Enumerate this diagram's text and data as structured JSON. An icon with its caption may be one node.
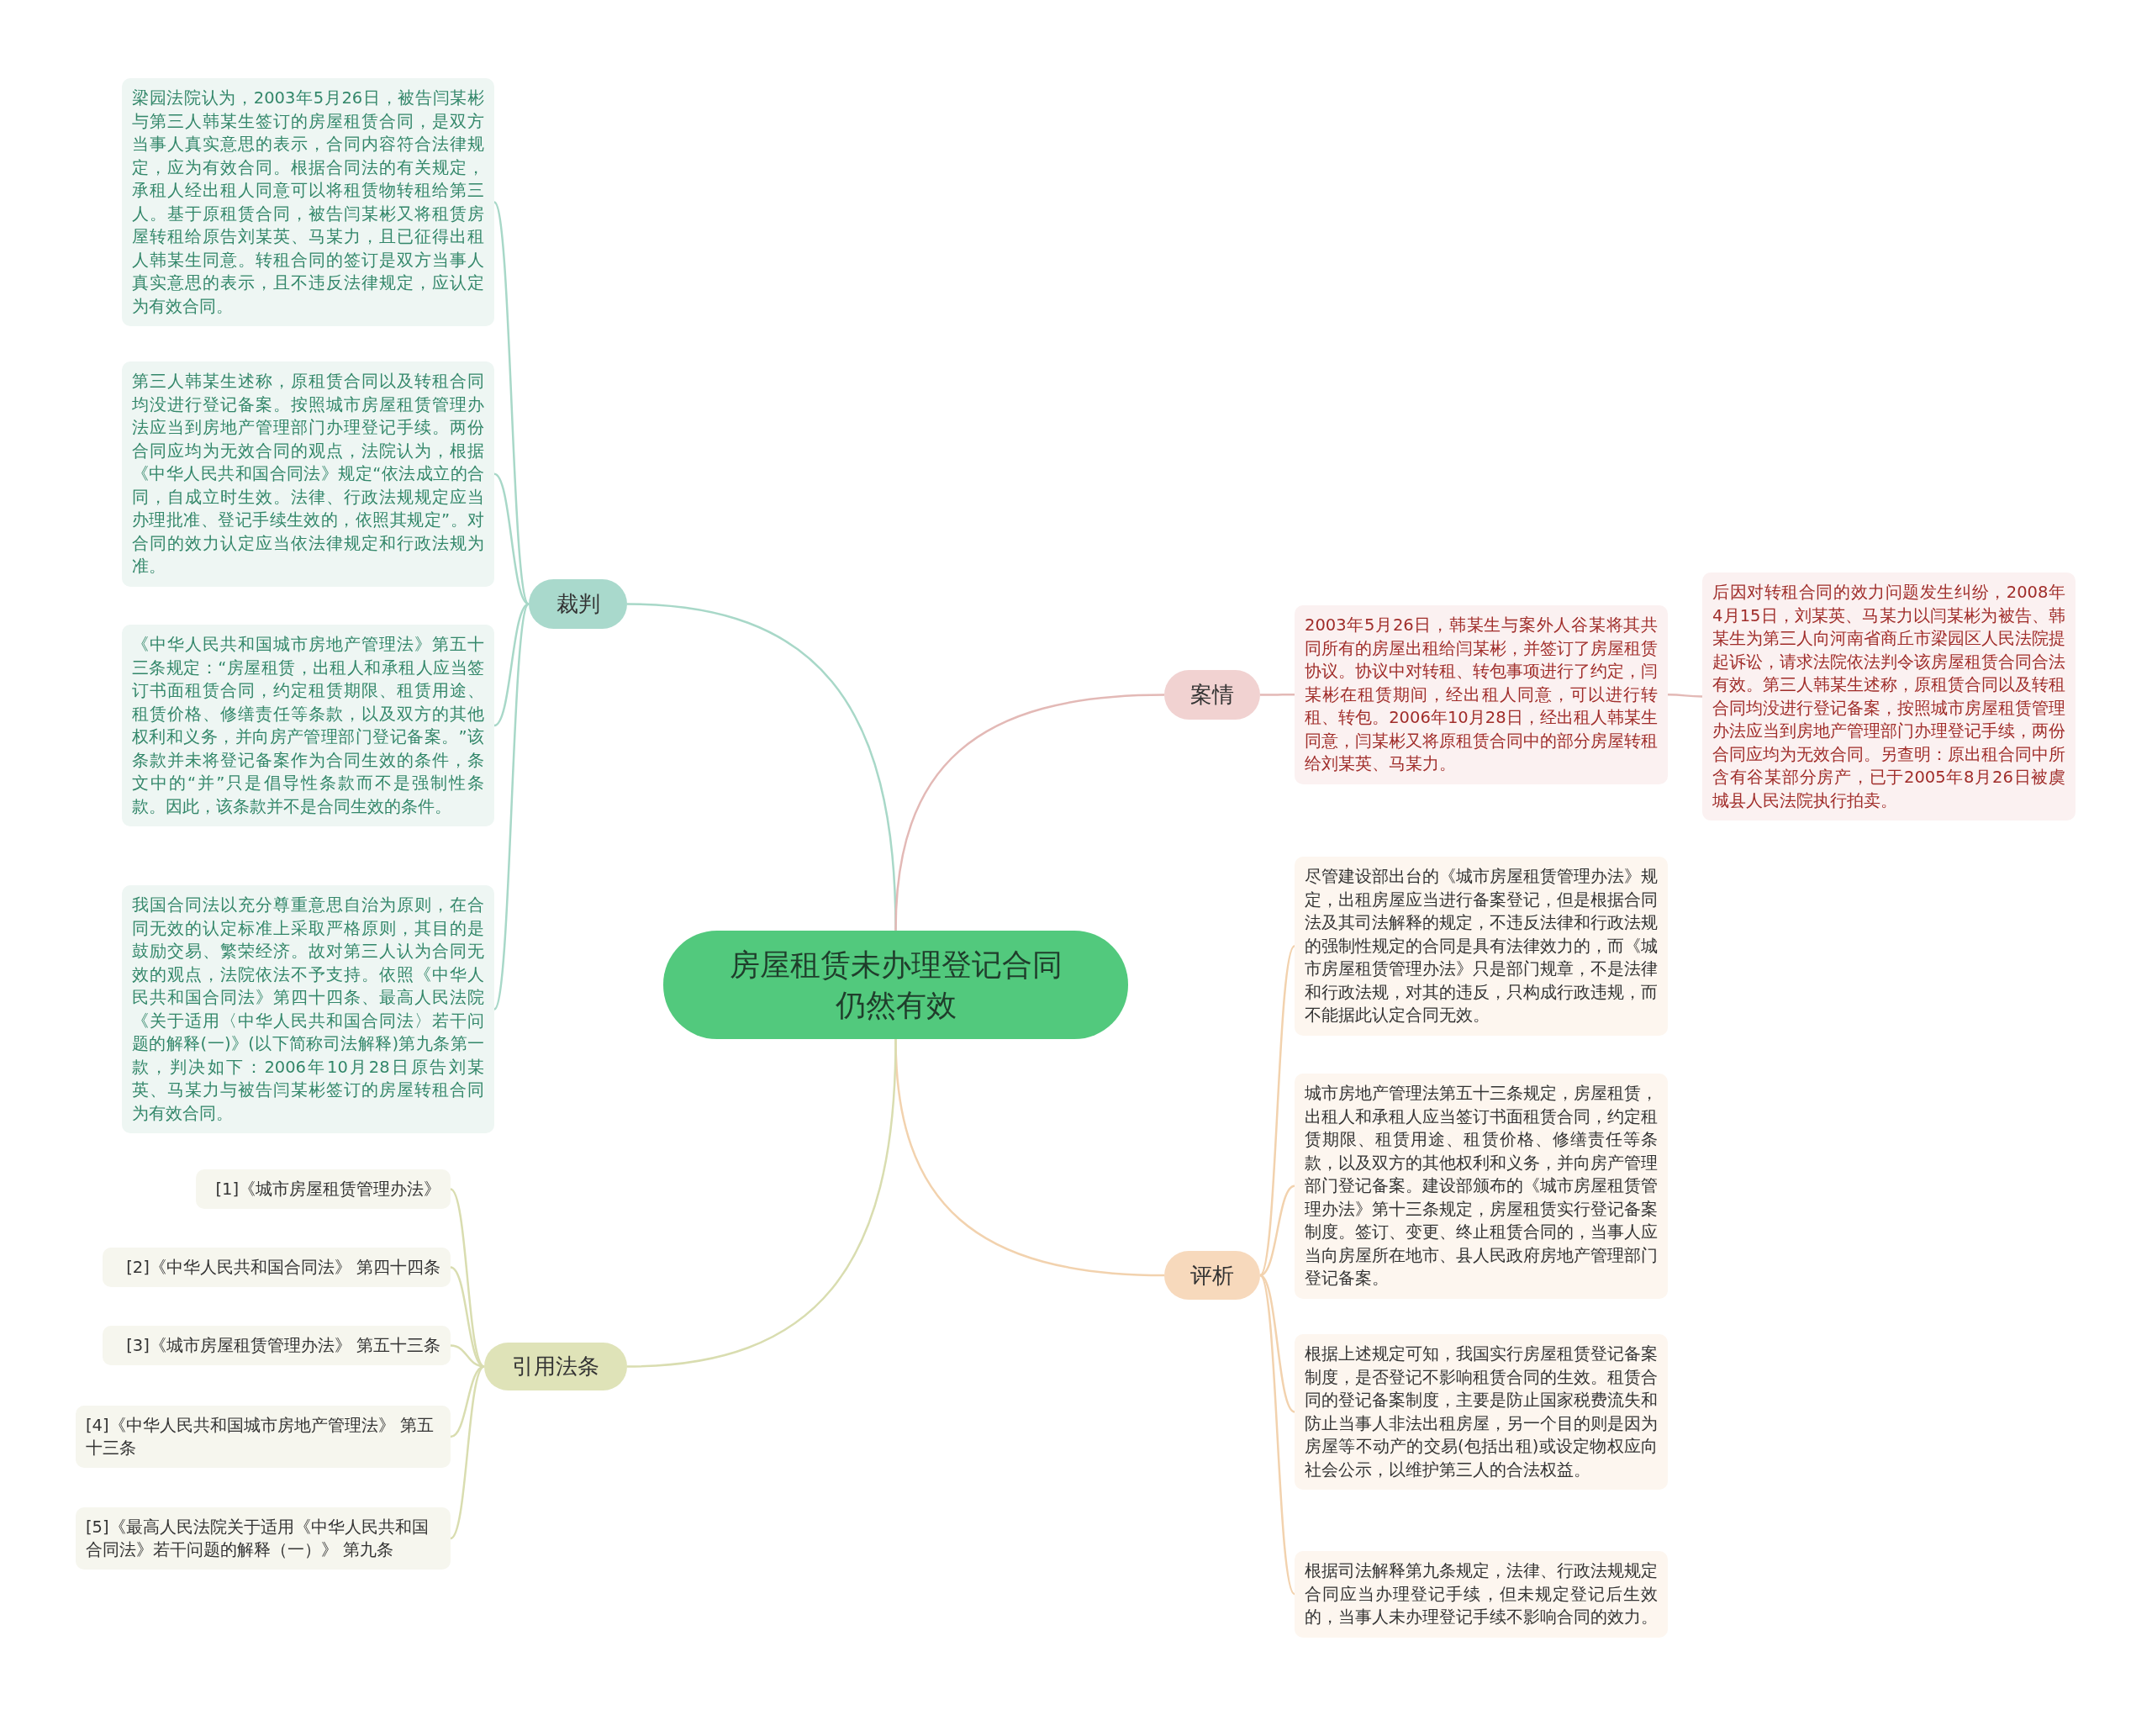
{
  "diagram": {
    "nodes": [
      {
        "text": [
          "房屋租赁未办理登记合同仍然有效"
        ]
      },
      {
        "text": [
          "裁判"
        ]
      },
      {
        "text": [
          "梁园法院认为，2003年5月26日，被告闫某彬与第三人韩某生签订的房屋租赁合同，是双方当事人真实意思的表示，合同内容符合法律规定，应为有效合同。根据合同法的有关规定，承租人经出租人同意可以将租赁物转租给第三人。基于原租赁合同，被告闫某彬又将租赁房屋转租给原告刘某英、马某力，且已征得出租人韩某生同意。转租合同的签订是双方当事人真实意思的表示，且不违反法律规定，应认定为有效合同。"
        ]
      },
      {
        "text": [
          "第三人韩某生述称，原租赁合同以及转租合同均没进行登记备案。按照城市房屋租赁管理办法应当到房地产管理部门办理登记手续。两份合同应均为无效合同的观点，法院认为，根据《中华人民共和国合同法》规定“依法成立的合同，自成立时生效。法律、行政法规规定应当办理批准、登记手续生效的，依照其规定”。对合同的效力认定应当依法律规定和行政法规为准。"
        ]
      },
      {
        "text": [
          "《中华人民共和国城市房地产管理法》第五十三条规定：“房屋租赁，出租人和承租人应当签订书面租赁合同，约定租赁期限、租赁用途、租赁价格、修缮责任等条款，以及双方的其他权利和义务，并向房产管理部门登记备案。”该条款并未将登记备案作为合同生效的条件，条文中的“并”只是倡导性条款而不是强制性条款。因此，该条款并不是合同生效的条件。"
        ]
      },
      {
        "text": [
          "我国合同法以充分尊重意思自治为原则，在合同无效的认定标准上采取严格原则，其目的是鼓励交易、繁荣经济。故对第三人认为合同无效的观点，法院依法不予支持。依照《中华人民共和国合同法》第四十四条、最高人民法院《关于适用〈中华人民共和国合同法〉若干问题的解释(一)》(以下简称司法解释)第九条第一款，判决如下：2006年10月28日原告刘某英、马某力与被告闫某彬签订的房屋转租合同为有效合同。"
        ]
      },
      {
        "text": [
          "案情"
        ]
      },
      {
        "text": [
          "2003年5月26日，韩某生与案外人谷某将其共同所有的房屋出租给闫某彬，并签订了房屋租赁协议。协议中对转租、转包事项进行了约定，闫某彬在租赁期间，经出租人同意，可以进行转租、转包。2006年10月28日，经出租人韩某生同意，闫某彬又将原租赁合同中的部分房屋转租给刘某英、马某力。"
        ]
      },
      {
        "text": [
          "后因对转租合同的效力问题发生纠纷，2008年4月15日，刘某英、马某力以闫某彬为被告、韩某生为第三人向河南省商丘市梁园区人民法院提起诉讼，请求法院依法判令该房屋租赁合同合法有效。第三人韩某生述称，原租赁合同以及转租合同均没进行登记备案，按照城市房屋租赁管理办法应当到房地产管理部门办理登记手续，两份合同应均为无效合同。另查明：原出租合同中所含有谷某部分房产，已于2005年8月26日被虞城县人民法院执行拍卖。"
        ]
      },
      {
        "text": [
          "评析"
        ]
      },
      {
        "text": [
          "尽管建设部出台的《城市房屋租赁管理办法》规定，出租房屋应当进行备案登记，但是根据合同法及其司法解释的规定，不违反法律和行政法规的强制性规定的合同是具有法律效力的，而《城市房屋租赁管理办法》只是部门规章，不是法律和行政法规，对其的违反，只构成行政违规，而不能据此认定合同无效。"
        ]
      },
      {
        "text": [
          "城市房地产管理法第五十三条规定，房屋租赁，出租人和承租人应当签订书面租赁合同，约定租赁期限、租赁用途、租赁价格、修缮责任等条款，以及双方的其他权利和义务，并向房产管理部门登记备案。建设部颁布的《城市房屋租赁管理办法》第十三条规定，房屋租赁实行登记备案制度。签订、变更、终止租赁合同的，当事人应当向房屋所在地市、县人民政府房地产管理部门登记备案。"
        ]
      },
      {
        "text": [
          "根据上述规定可知，我国实行房屋租赁登记备案制度，是否登记不影响租赁合同的生效。租赁合同的登记备案制度，主要是防止国家税费流失和防止当事人非法出租房屋，另一个目的则是因为房屋等不动产的交易(包括出租)或设定物权应向社会公示，以维护第三人的合法权益。"
        ]
      },
      {
        "text": [
          "根据司法解释第九条规定，法律、行政法规规定合同应当办理登记手续，但未规定登记后生效的，当事人未办理登记手续不影响合同的效力。"
        ]
      },
      {
        "text": [
          "引用法条"
        ]
      },
      {
        "text": [
          "[1]《城市房屋租赁管理办法》"
        ]
      },
      {
        "text": [
          "[2]《中华人民共和国合同法》 第四十四条"
        ]
      },
      {
        "text": [
          "[3]《城市房屋租赁管理办法》 第五十三条"
        ]
      },
      {
        "text": [
          "[4]《中华人民共和国城市房地产管理法》 第五十三条"
        ]
      },
      {
        "text": [
          "[5]《最高人民法院关于适用《中华人民共和国合同法》若干问题的解释（一）》 第九条"
        ]
      }
    ],
    "edges": [
      {
        "from": 0,
        "to": 1,
        "arrow": "none",
        "color": "#a8d8c8"
      },
      {
        "from": 1,
        "to": 2,
        "arrow": "none",
        "color": "#a8d8c8"
      },
      {
        "from": 1,
        "to": 3,
        "arrow": "none",
        "color": "#a8d8c8"
      },
      {
        "from": 1,
        "to": 4,
        "arrow": "none",
        "color": "#a8d8c8"
      },
      {
        "from": 1,
        "to": 5,
        "arrow": "none",
        "color": "#a8d8c8"
      },
      {
        "from": 0,
        "to": 6,
        "arrow": "none",
        "color": "#e3b9b6"
      },
      {
        "from": 6,
        "to": 7,
        "arrow": "none",
        "color": "#e3b9b6"
      },
      {
        "from": 7,
        "to": 8,
        "arrow": "none",
        "color": "#e3b9b6"
      },
      {
        "from": 0,
        "to": 9,
        "arrow": "none",
        "color": "#f2d2ae"
      },
      {
        "from": 9,
        "to": 10,
        "arrow": "none",
        "color": "#f2d2ae"
      },
      {
        "from": 9,
        "to": 11,
        "arrow": "none",
        "color": "#f2d2ae"
      },
      {
        "from": 9,
        "to": 12,
        "arrow": "none",
        "color": "#f2d2ae"
      },
      {
        "from": 9,
        "to": 13,
        "arrow": "none",
        "color": "#f2d2ae"
      },
      {
        "from": 0,
        "to": 14,
        "arrow": "none"
      },
      {
        "from": 14,
        "to": 15,
        "arrow": "none"
      },
      {
        "from": 14,
        "to": 16,
        "arrow": "none"
      },
      {
        "from": 14,
        "to": 17,
        "arrow": "none"
      },
      {
        "from": 14,
        "to": 18,
        "arrow": "none"
      },
      {
        "from": 14,
        "to": 19,
        "arrow": "none"
      }
    ]
  }
}
